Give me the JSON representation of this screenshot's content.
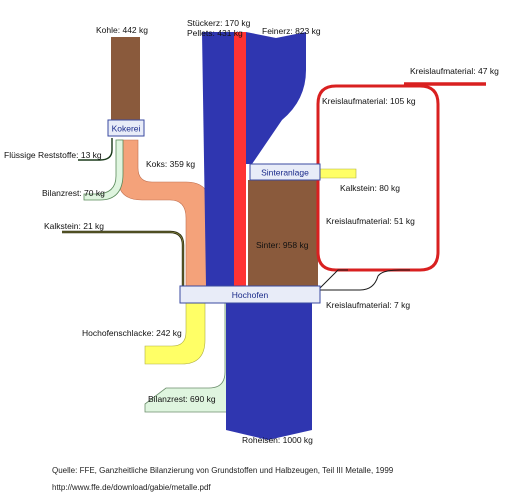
{
  "nodes": {
    "kokerei": "Kokerei",
    "sinteranlage": "Sinteranlage",
    "hochofen": "Hochofen"
  },
  "flows": {
    "kohle": "Kohle: 442 kg",
    "stueckerz": "Stückerz: 170 kg",
    "pellets": "Pellets: 431 kg",
    "feinerz": "Feinerz: 823 kg",
    "kreislauf_47": "Kreislaufmaterial: 47 kg",
    "kreislauf_105": "Kreislaufmaterial: 105 kg",
    "reststoffe": "Flüssige Reststoffe: 13 kg",
    "koks": "Koks: 359 kg",
    "bilanzrest_70": "Bilanzrest: 70 kg",
    "kalkstein_80": "Kalkstein: 80 kg",
    "kalkstein_21": "Kalkstein: 21 kg",
    "kreislauf_51": "Kreislaufmaterial: 51 kg",
    "sinter": "Sinter: 958 kg",
    "kreislauf_7": "Kreislaufmaterial: 7 kg",
    "schlacke": "Hochofenschlacke: 242 kg",
    "bilanzrest_690": "Bilanzrest: 690 kg",
    "roheisen": "Roheisen: 1000 kg"
  },
  "footer": {
    "source": "Quelle: FFE, Ganzheitliche Bilanzierung von Grundstoffen und Halbzeugen, Teil III Metalle, 1999",
    "url": "http://www.ffe.de/download/gabie/metalle.pdf"
  },
  "colors": {
    "kohle": "#8a5a3c",
    "koks": "#f4a27a",
    "erz": "#2f36b0",
    "pellets": "#ff3333",
    "sinter": "#8a5a3c",
    "kreislauf": "#d92020",
    "schlacke": "#ffff66",
    "bilanzrest": "#dff5df",
    "box": "#e8ecf8"
  }
}
